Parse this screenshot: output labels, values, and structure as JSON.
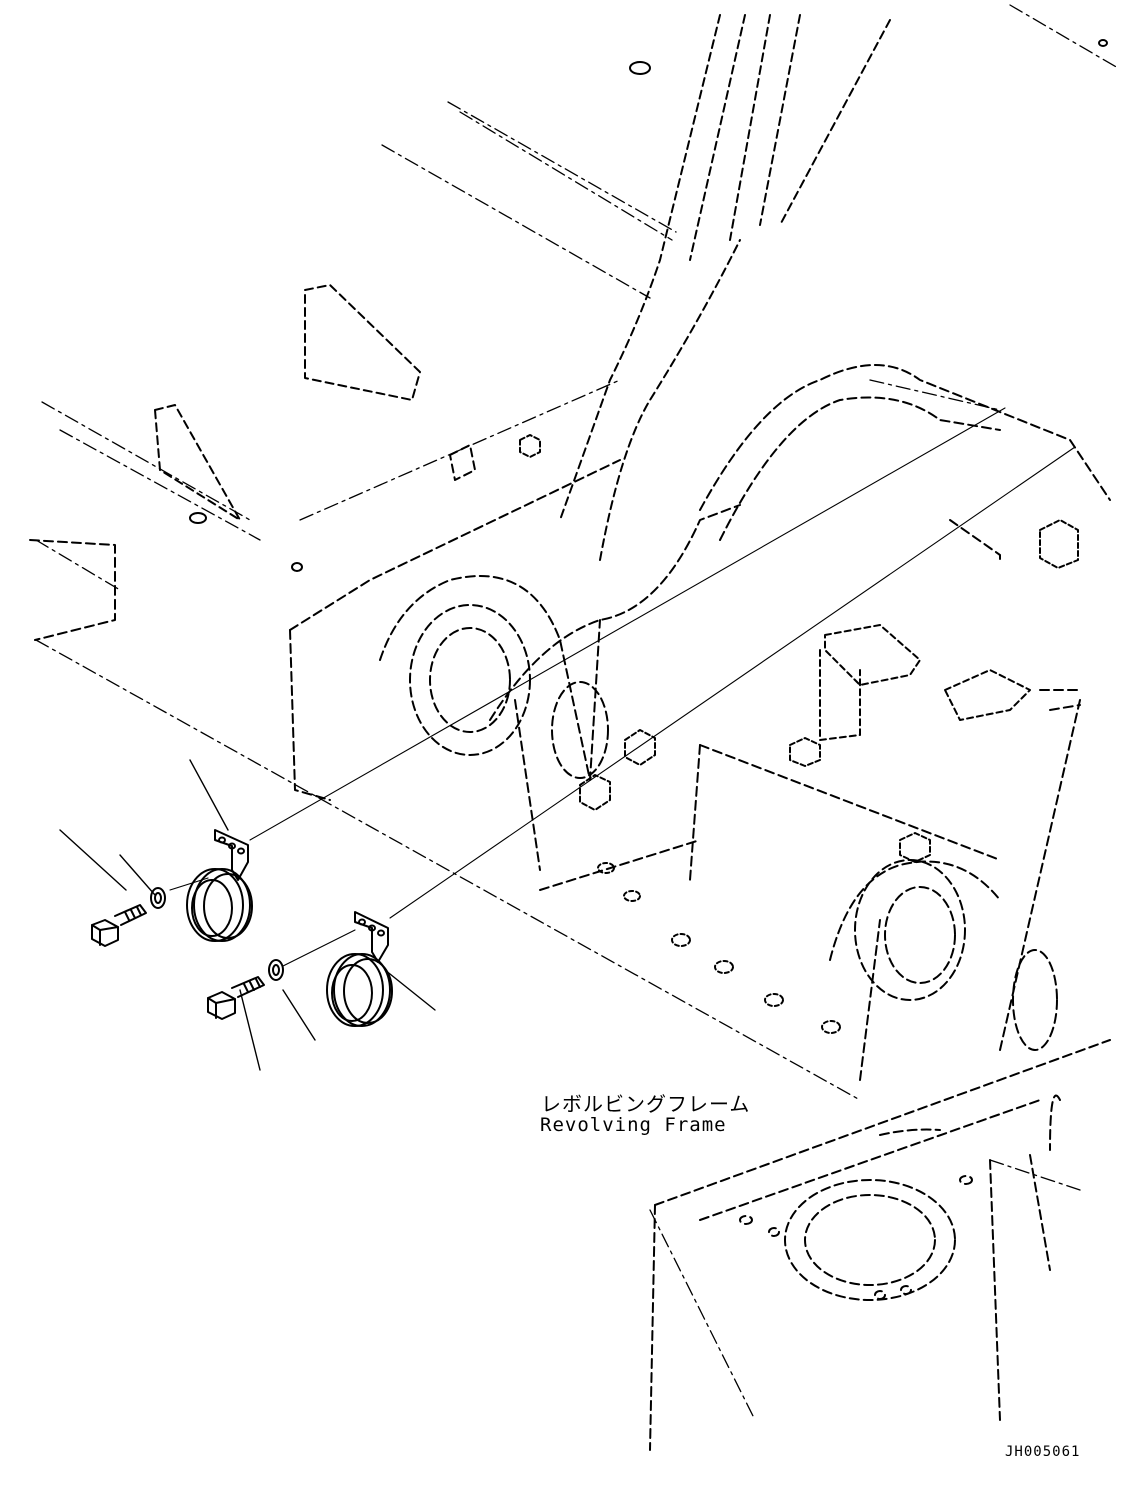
{
  "figure": {
    "label_japanese": "レボルビングフレーム",
    "label_english": "Revolving Frame",
    "drawing_code": "JH005061"
  },
  "colors": {
    "line": "#000000",
    "background": "#ffffff"
  }
}
